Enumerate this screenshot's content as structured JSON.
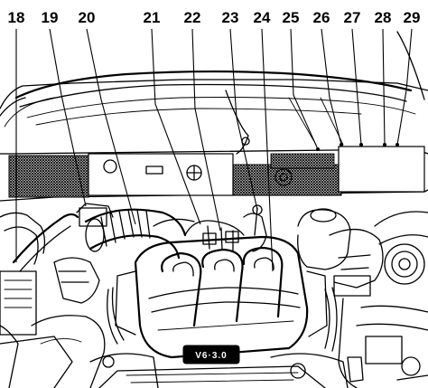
{
  "callouts": [
    {
      "number": "18"
    },
    {
      "number": "19"
    },
    {
      "number": "20"
    },
    {
      "number": "21"
    },
    {
      "number": "22"
    },
    {
      "number": "23"
    },
    {
      "number": "24"
    },
    {
      "number": "25"
    },
    {
      "number": "26"
    },
    {
      "number": "27"
    },
    {
      "number": "28"
    },
    {
      "number": "29"
    }
  ],
  "engine_badge": "V6·3.0",
  "colors": {
    "ink": "#000000",
    "paper": "#ffffff",
    "hatch": "#000000"
  }
}
